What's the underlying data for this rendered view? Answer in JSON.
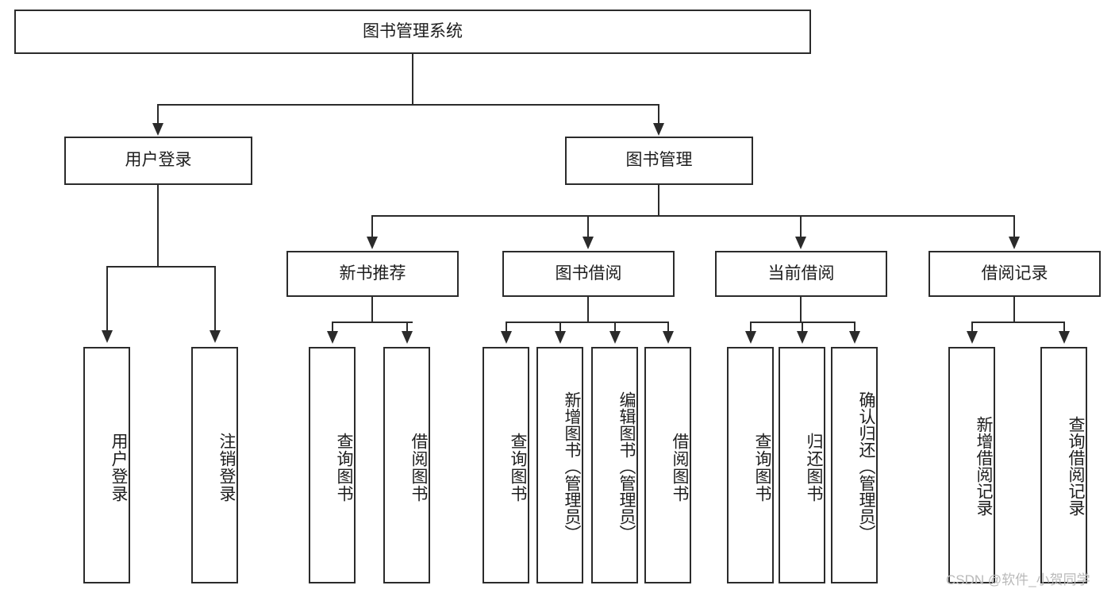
{
  "diagram": {
    "type": "hierarchy-tree",
    "title": "图书管理系统",
    "root": {
      "id": "root",
      "label": "图书管理系统"
    },
    "level1": [
      {
        "id": "user-login",
        "label": "用户登录"
      },
      {
        "id": "book-management",
        "label": "图书管理"
      }
    ],
    "level2": [
      {
        "id": "new-book-recommend",
        "label": "新书推荐",
        "parent": "book-management"
      },
      {
        "id": "book-borrow",
        "label": "图书借阅",
        "parent": "book-management"
      },
      {
        "id": "current-borrow",
        "label": "当前借阅",
        "parent": "book-management"
      },
      {
        "id": "borrow-record",
        "label": "借阅记录",
        "parent": "book-management"
      }
    ],
    "leaves": {
      "user_login": [
        {
          "id": "leaf-user-login",
          "label": "用户登录"
        },
        {
          "id": "leaf-logout-login",
          "label": "注销登录"
        }
      ],
      "new_book_recommend": [
        {
          "id": "leaf-query-book-1",
          "label": "查询图书"
        },
        {
          "id": "leaf-borrow-book-1",
          "label": "借阅图书"
        }
      ],
      "book_borrow": [
        {
          "id": "leaf-query-book-2",
          "label": "查询图书"
        },
        {
          "id": "leaf-add-book",
          "label": "新增图书（管理员）"
        },
        {
          "id": "leaf-edit-book",
          "label": "编辑图书（管理员）"
        },
        {
          "id": "leaf-borrow-book-2",
          "label": "借阅图书"
        }
      ],
      "current_borrow": [
        {
          "id": "leaf-query-book-3",
          "label": "查询图书"
        },
        {
          "id": "leaf-return-book",
          "label": "归还图书"
        },
        {
          "id": "leaf-confirm-return",
          "label": "确认归还（管理员）"
        }
      ],
      "borrow_record": [
        {
          "id": "leaf-add-record",
          "label": "新增借阅记录"
        },
        {
          "id": "leaf-query-record",
          "label": "查询借阅记录"
        }
      ]
    }
  },
  "watermark": {
    "text": "CSDN @软件_小贺同学"
  },
  "colors": {
    "stroke": "#2b2b2b",
    "text": "#1d1d1d",
    "background": "#ffffff",
    "watermark": "#b9b9b9"
  }
}
